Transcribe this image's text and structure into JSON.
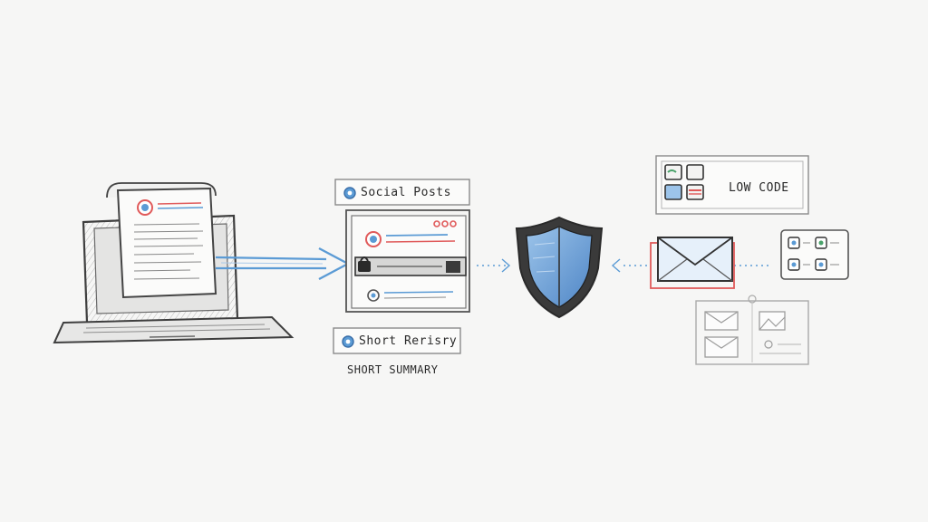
{
  "labels": {
    "social_posts": "Social Posts",
    "short_rerisry": "Short Rerisry",
    "short_summary": "SHORT SUMMARY",
    "low_code": "LOW CODE"
  },
  "colors": {
    "sketch": "#4a4a4a",
    "blue": "#5b9bd5",
    "red": "#e05a5a",
    "green": "#4aa36b"
  }
}
